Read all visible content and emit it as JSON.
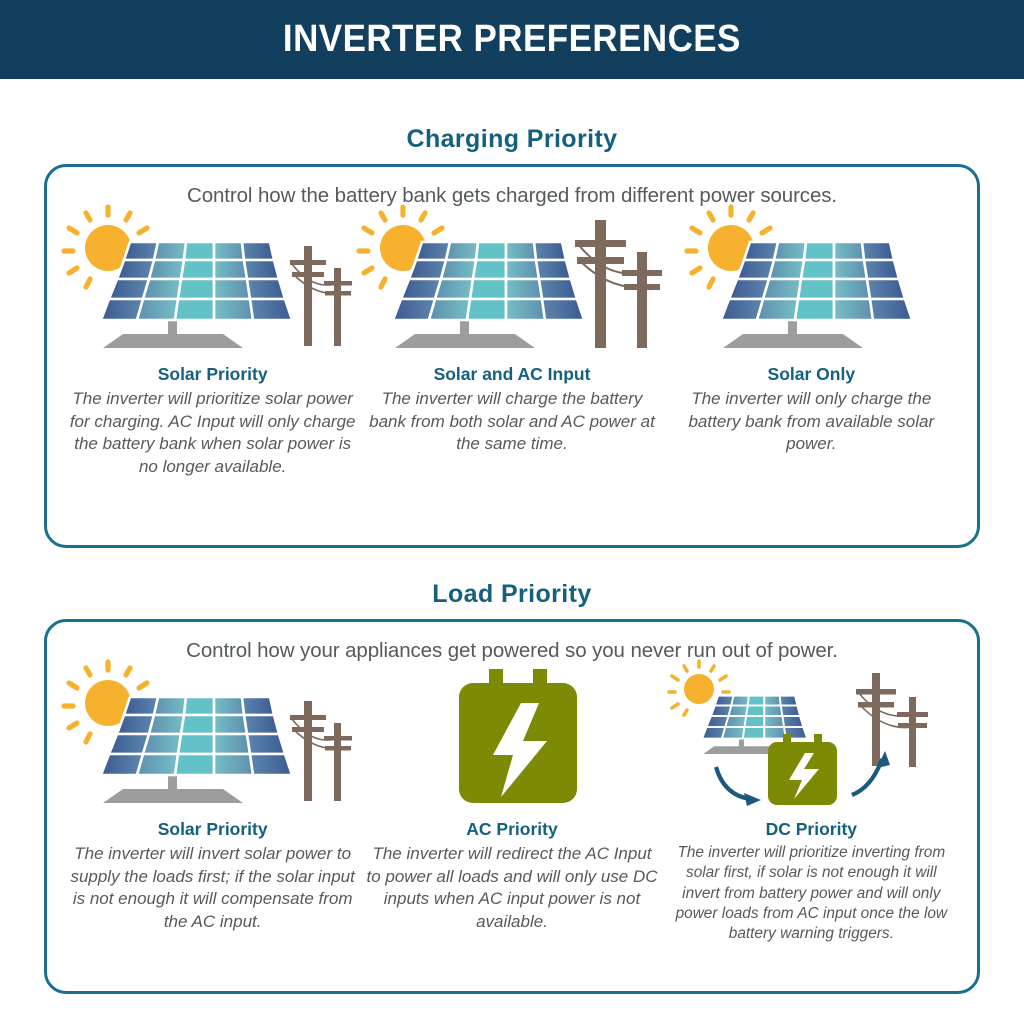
{
  "header": {
    "title": "INVERTER PREFERENCES",
    "bar_color": "#123f5e",
    "text_color": "#ffffff"
  },
  "theme": {
    "accent": "#16607f",
    "card_border": "#1a6f91",
    "body_text": "#58595b",
    "sun": "#f6b22e",
    "panel_teal": "#63c1c8",
    "panel_navy": "#3c5a92",
    "pole_brown": "#7d6a5d",
    "stand_gray": "#9d9d9d",
    "battery_green": "#7d8a06",
    "arrow_blue": "#1b5a7e"
  },
  "sections": [
    {
      "heading": "Charging Priority",
      "intro": "Control how the battery bank gets charged from different power sources.",
      "options": [
        {
          "icons": [
            "sun-icon",
            "solar-panel-icon",
            "utility-pole-icon"
          ],
          "label": "Solar Priority",
          "description": "The inverter will prioritize solar power for charging. AC Input will only charge the battery bank when solar power is no longer available."
        },
        {
          "icons": [
            "sun-icon",
            "solar-panel-icon",
            "utility-pole-icon"
          ],
          "label": "Solar and AC Input",
          "description": "The inverter will charge the battery bank from both solar and AC power at the same time."
        },
        {
          "icons": [
            "sun-icon",
            "solar-panel-icon"
          ],
          "label": "Solar Only",
          "description": "The inverter will only charge the battery bank from available solar power."
        }
      ]
    },
    {
      "heading": "Load Priority",
      "intro": "Control how your appliances get powered so you never run out of power.",
      "options": [
        {
          "icons": [
            "sun-icon",
            "solar-panel-icon",
            "utility-pole-icon"
          ],
          "label": "Solar Priority",
          "description": "The inverter will invert solar power to supply the loads first; if the solar input is not enough it will compensate from the AC input."
        },
        {
          "icons": [
            "battery-icon"
          ],
          "label": "AC Priority",
          "description": "The inverter will redirect the AC Input to power all loads and will only use DC inputs when AC input power is not available."
        },
        {
          "icons": [
            "sun-icon",
            "solar-panel-icon",
            "battery-icon",
            "utility-pole-icon",
            "arrow-icon"
          ],
          "label": "DC Priority",
          "description": "The inverter will prioritize inverting from solar first, if solar is not enough it will invert from battery power and will only power loads from AC input once the low battery warning triggers."
        }
      ]
    }
  ]
}
